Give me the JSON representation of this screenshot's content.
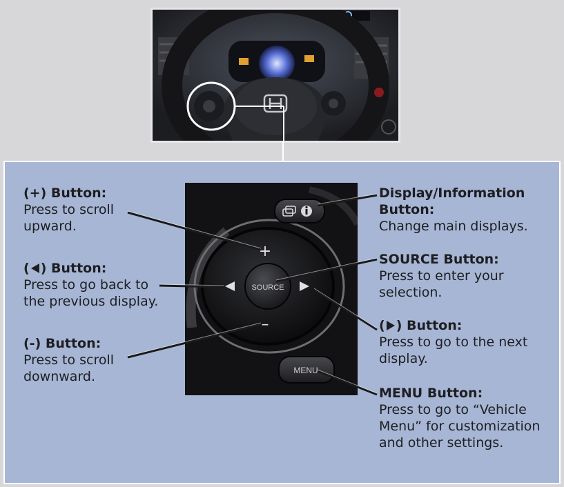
{
  "callouts": {
    "plus": {
      "title": "(+) Button:",
      "desc_line1": "Press to scroll",
      "desc_line2": "upward."
    },
    "left": {
      "title_open": "(",
      "title_close": ") Button:",
      "desc_line1": "Press to go back to",
      "desc_line2": "the previous display."
    },
    "minus": {
      "title": "(-) Button:",
      "desc_line1": "Press to scroll",
      "desc_line2": "downward."
    },
    "display_info": {
      "title_line1": "Display/Information",
      "title_line2": "Button:",
      "desc_line1": "Change main displays."
    },
    "source": {
      "title": "SOURCE Button:",
      "desc_line1": "Press to enter your",
      "desc_line2": "selection."
    },
    "right": {
      "title_open": "(",
      "title_close": ") Button:",
      "desc_line1": "Press to go to the next",
      "desc_line2": "display."
    },
    "menu": {
      "title": "MENU Button:",
      "desc_line1": "Press to go to “Vehicle",
      "desc_line2": "Menu” for customization",
      "desc_line3": "and other settings."
    }
  },
  "photo_labels": {
    "source_button": "SOURCE",
    "menu_button": "MENU",
    "plus_symbol": "+",
    "minus_symbol": "–"
  },
  "icons": [
    "steering-wheel-icon",
    "left-arrow-icon",
    "right-arrow-icon",
    "display-info-icon"
  ],
  "colors": {
    "panel": "#a6b6d4",
    "background": "#d7d6d8",
    "text": "#1e1e22",
    "leader": "#1a1a1a"
  }
}
